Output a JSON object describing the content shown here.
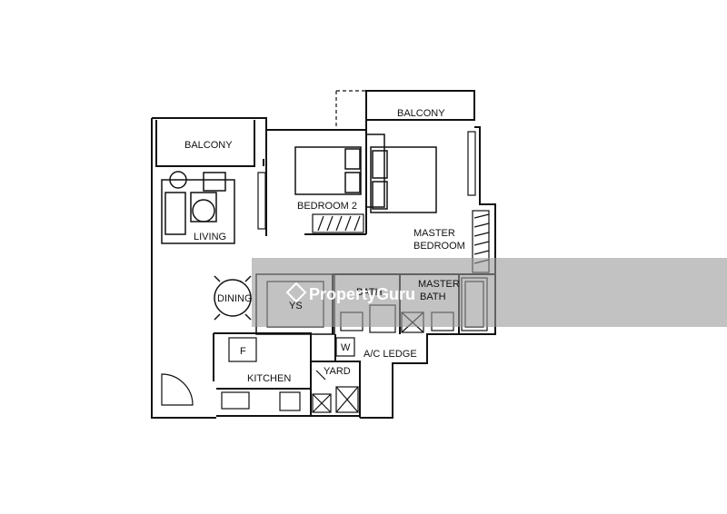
{
  "rooms": {
    "balcony_left": "BALCONY",
    "balcony_right": "BALCONY",
    "bedroom_2": "BEDROOM 2",
    "master_bedroom_line1": "MASTER",
    "master_bedroom_line2": "BEDROOM",
    "living": "LIVING",
    "dining": "DINING",
    "store": "YS",
    "bath": "BATH",
    "master_bath_line1": "MASTER",
    "master_bath_line2": "BATH",
    "kitchen": "KITCHEN",
    "yard": "YARD",
    "ac_ledge": "A/C  LEDGE"
  },
  "fixtures": {
    "fridge": "F",
    "washer": "W"
  },
  "watermark": {
    "brand": "PropertyGuru"
  },
  "colors": {
    "wall": "#111111",
    "overlay": "#9a9a9a"
  }
}
